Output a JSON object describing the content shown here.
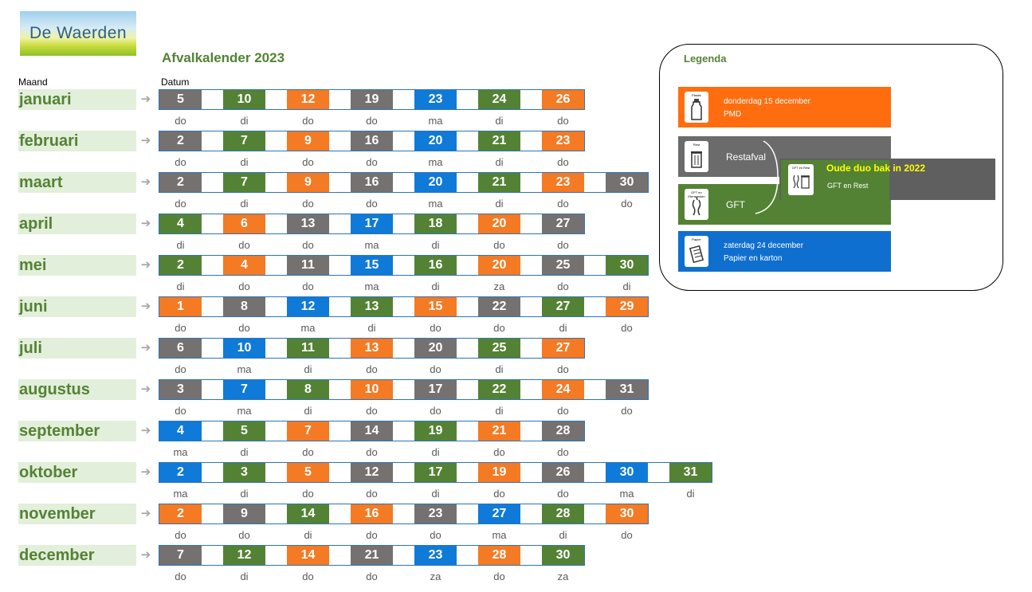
{
  "logo": {
    "text": "De Waerden"
  },
  "title": "Afvalkalender 2023",
  "headers": {
    "maand": "Maand",
    "datum": "Datum"
  },
  "arrow_glyph": "➔",
  "colors": {
    "grey": "#767171",
    "green": "#548235",
    "orange": "#f47a24",
    "blue": "#0f7ad8",
    "month_bg": "#e2efda"
  },
  "months": [
    {
      "name": "januari",
      "days": [
        [
          "5",
          "grey",
          "do"
        ],
        [
          "10",
          "green",
          "di"
        ],
        [
          "12",
          "orange",
          "do"
        ],
        [
          "19",
          "grey",
          "do"
        ],
        [
          "23",
          "blue",
          "ma"
        ],
        [
          "24",
          "green",
          "di"
        ],
        [
          "26",
          "orange",
          "do"
        ]
      ]
    },
    {
      "name": "februari",
      "days": [
        [
          "2",
          "grey",
          "do"
        ],
        [
          "7",
          "green",
          "di"
        ],
        [
          "9",
          "orange",
          "do"
        ],
        [
          "16",
          "grey",
          "do"
        ],
        [
          "20",
          "blue",
          "ma"
        ],
        [
          "21",
          "green",
          "di"
        ],
        [
          "23",
          "orange",
          "do"
        ]
      ]
    },
    {
      "name": "maart",
      "days": [
        [
          "2",
          "grey",
          "do"
        ],
        [
          "7",
          "green",
          "di"
        ],
        [
          "9",
          "orange",
          "do"
        ],
        [
          "16",
          "grey",
          "do"
        ],
        [
          "20",
          "blue",
          "ma"
        ],
        [
          "21",
          "green",
          "di"
        ],
        [
          "23",
          "orange",
          "do"
        ],
        [
          "30",
          "grey",
          "do"
        ]
      ]
    },
    {
      "name": "april",
      "days": [
        [
          "4",
          "green",
          "di"
        ],
        [
          "6",
          "orange",
          "do"
        ],
        [
          "13",
          "grey",
          "do"
        ],
        [
          "17",
          "blue",
          "ma"
        ],
        [
          "18",
          "green",
          "di"
        ],
        [
          "20",
          "orange",
          "do"
        ],
        [
          "27",
          "grey",
          "do"
        ]
      ]
    },
    {
      "name": "mei",
      "days": [
        [
          "2",
          "green",
          "di"
        ],
        [
          "4",
          "orange",
          "do"
        ],
        [
          "11",
          "grey",
          "do"
        ],
        [
          "15",
          "blue",
          "ma"
        ],
        [
          "16",
          "green",
          "di"
        ],
        [
          "20",
          "orange",
          "za"
        ],
        [
          "25",
          "grey",
          "do"
        ],
        [
          "30",
          "green",
          "di"
        ]
      ]
    },
    {
      "name": "juni",
      "days": [
        [
          "1",
          "orange",
          "do"
        ],
        [
          "8",
          "grey",
          "do"
        ],
        [
          "12",
          "blue",
          "ma"
        ],
        [
          "13",
          "green",
          "di"
        ],
        [
          "15",
          "orange",
          "do"
        ],
        [
          "22",
          "grey",
          "do"
        ],
        [
          "27",
          "green",
          "di"
        ],
        [
          "29",
          "orange",
          "do"
        ]
      ]
    },
    {
      "name": "juli",
      "days": [
        [
          "6",
          "grey",
          "do"
        ],
        [
          "10",
          "blue",
          "ma"
        ],
        [
          "11",
          "green",
          "di"
        ],
        [
          "13",
          "orange",
          "do"
        ],
        [
          "20",
          "grey",
          "do"
        ],
        [
          "25",
          "green",
          "di"
        ],
        [
          "27",
          "orange",
          "do"
        ]
      ]
    },
    {
      "name": "augustus",
      "days": [
        [
          "3",
          "grey",
          "do"
        ],
        [
          "7",
          "blue",
          "ma"
        ],
        [
          "8",
          "green",
          "di"
        ],
        [
          "10",
          "orange",
          "do"
        ],
        [
          "17",
          "grey",
          "do"
        ],
        [
          "22",
          "green",
          "di"
        ],
        [
          "24",
          "orange",
          "do"
        ],
        [
          "31",
          "grey",
          "do"
        ]
      ]
    },
    {
      "name": "september",
      "days": [
        [
          "4",
          "blue",
          "ma"
        ],
        [
          "5",
          "green",
          "di"
        ],
        [
          "7",
          "orange",
          "do"
        ],
        [
          "14",
          "grey",
          "do"
        ],
        [
          "19",
          "green",
          "di"
        ],
        [
          "21",
          "orange",
          "do"
        ],
        [
          "28",
          "grey",
          "do"
        ]
      ]
    },
    {
      "name": "oktober",
      "days": [
        [
          "2",
          "blue",
          "ma"
        ],
        [
          "3",
          "green",
          "di"
        ],
        [
          "5",
          "orange",
          "do"
        ],
        [
          "12",
          "grey",
          "do"
        ],
        [
          "17",
          "green",
          "di"
        ],
        [
          "19",
          "orange",
          "do"
        ],
        [
          "26",
          "grey",
          "do"
        ],
        [
          "30",
          "blue",
          "ma"
        ],
        [
          "31",
          "green",
          "di"
        ]
      ]
    },
    {
      "name": "november",
      "days": [
        [
          "2",
          "orange",
          "do"
        ],
        [
          "9",
          "grey",
          "do"
        ],
        [
          "14",
          "green",
          "di"
        ],
        [
          "16",
          "orange",
          "do"
        ],
        [
          "23",
          "grey",
          "do"
        ],
        [
          "27",
          "blue",
          "ma"
        ],
        [
          "28",
          "green",
          "di"
        ],
        [
          "30",
          "orange",
          "do"
        ]
      ]
    },
    {
      "name": "december",
      "days": [
        [
          "7",
          "grey",
          "do"
        ],
        [
          "12",
          "green",
          "di"
        ],
        [
          "14",
          "orange",
          "do"
        ],
        [
          "21",
          "grey",
          "do"
        ],
        [
          "23",
          "blue",
          "za"
        ],
        [
          "28",
          "orange",
          "do"
        ],
        [
          "30",
          "green",
          "za"
        ]
      ]
    }
  ],
  "legend": {
    "title": "Legenda",
    "pmd": {
      "icon_label": "Plastic",
      "line1": "donderdag 15 december",
      "line2": "PMD",
      "color": "#ff6d0f"
    },
    "rest": {
      "icon_label": "Rest",
      "label": "Restafval",
      "color": "#6b6b6b"
    },
    "gft": {
      "icon_label": "GFT en Etensresten",
      "label": "GFT",
      "color": "#548235"
    },
    "papier": {
      "icon_label": "Papier",
      "line1": "zaterdag 24 december",
      "line2": "Papier en karton",
      "color": "#0f6fcf"
    },
    "duo": {
      "icon_label": "GFT en Rest",
      "title": "Oude duo bak in 2022",
      "subtitle": "GFT en Rest"
    }
  }
}
